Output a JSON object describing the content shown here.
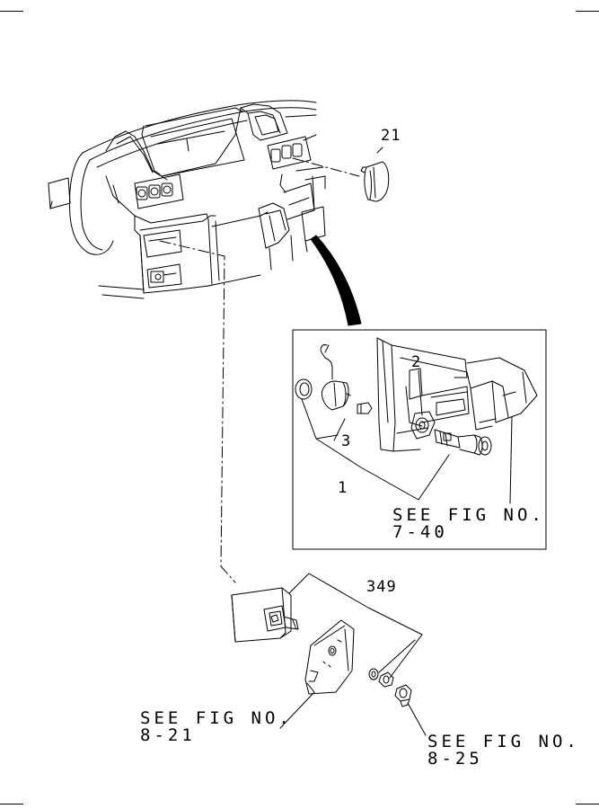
{
  "callouts": {
    "c21": "21",
    "c2": "2",
    "c3": "3",
    "c1": "1",
    "c349": "349"
  },
  "references": {
    "ref_7_40": {
      "line1": "SEE FIG NO.",
      "line2": "7-40"
    },
    "ref_8_21": {
      "line1": "SEE FIG NO.",
      "line2": "8-21"
    },
    "ref_8_25": {
      "line1": "SEE FIG NO.",
      "line2": "8-25"
    }
  }
}
